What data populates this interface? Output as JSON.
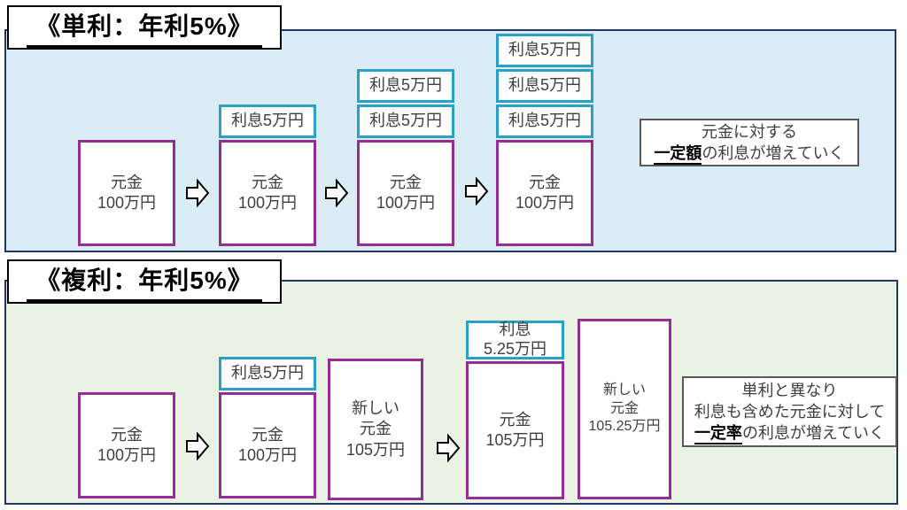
{
  "colors": {
    "panel_simple_bg": "#DAEDF6",
    "panel_compound_bg": "#EAF2E3",
    "panel_border": "#1F3864",
    "principal_border": "#942E94",
    "interest_border": "#2AA0C6",
    "note_border": "#595959"
  },
  "simple": {
    "title": "《単利：年利5%》",
    "interest": "利息5万円",
    "principal": {
      "line1": "元金",
      "line2": "100万円"
    },
    "note": {
      "line1": "元金に対する",
      "emph": "一定額",
      "rest": "の利息が増えていく"
    }
  },
  "compound": {
    "title": "《複利：年利5%》",
    "box1": {
      "line1": "元金",
      "line2": "100万円"
    },
    "interest2": "利息5万円",
    "box2": {
      "line1": "元金",
      "line2": "100万円"
    },
    "box3": {
      "line1": "新しい",
      "line2": "元金",
      "line3": "105万円"
    },
    "interest4": {
      "line1": "利息",
      "line2": "5.25万円"
    },
    "box4": {
      "line1": "元金",
      "line2": "105万円"
    },
    "box5": {
      "line1": "新しい",
      "line2": "元金",
      "line3": "105.25万円"
    },
    "note": {
      "line1": "単利と異なり",
      "line2": "利息も含めた元金に対して",
      "emph": "一定率",
      "rest": "の利息が増えていく"
    }
  }
}
